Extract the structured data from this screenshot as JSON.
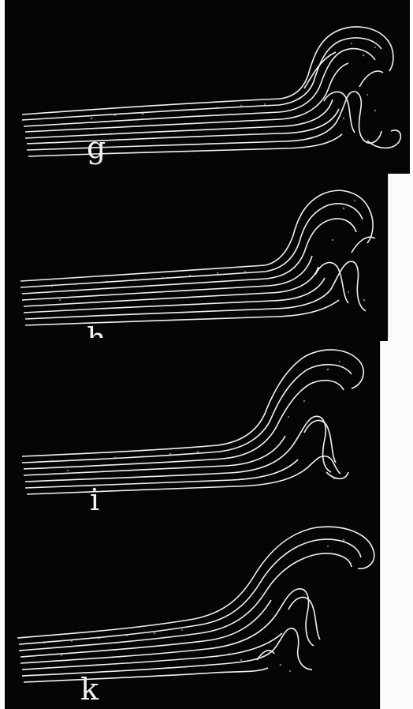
{
  "figure": {
    "panels": [
      {
        "id": "g",
        "label": "g"
      },
      {
        "id": "h",
        "label": "h"
      },
      {
        "id": "i",
        "label": "i"
      },
      {
        "id": "k",
        "label": "k"
      }
    ]
  },
  "colors": {
    "background": "#050505",
    "strata": "#f4f4f4",
    "speckle": "#bdbdbd",
    "page": "#ffffff"
  }
}
